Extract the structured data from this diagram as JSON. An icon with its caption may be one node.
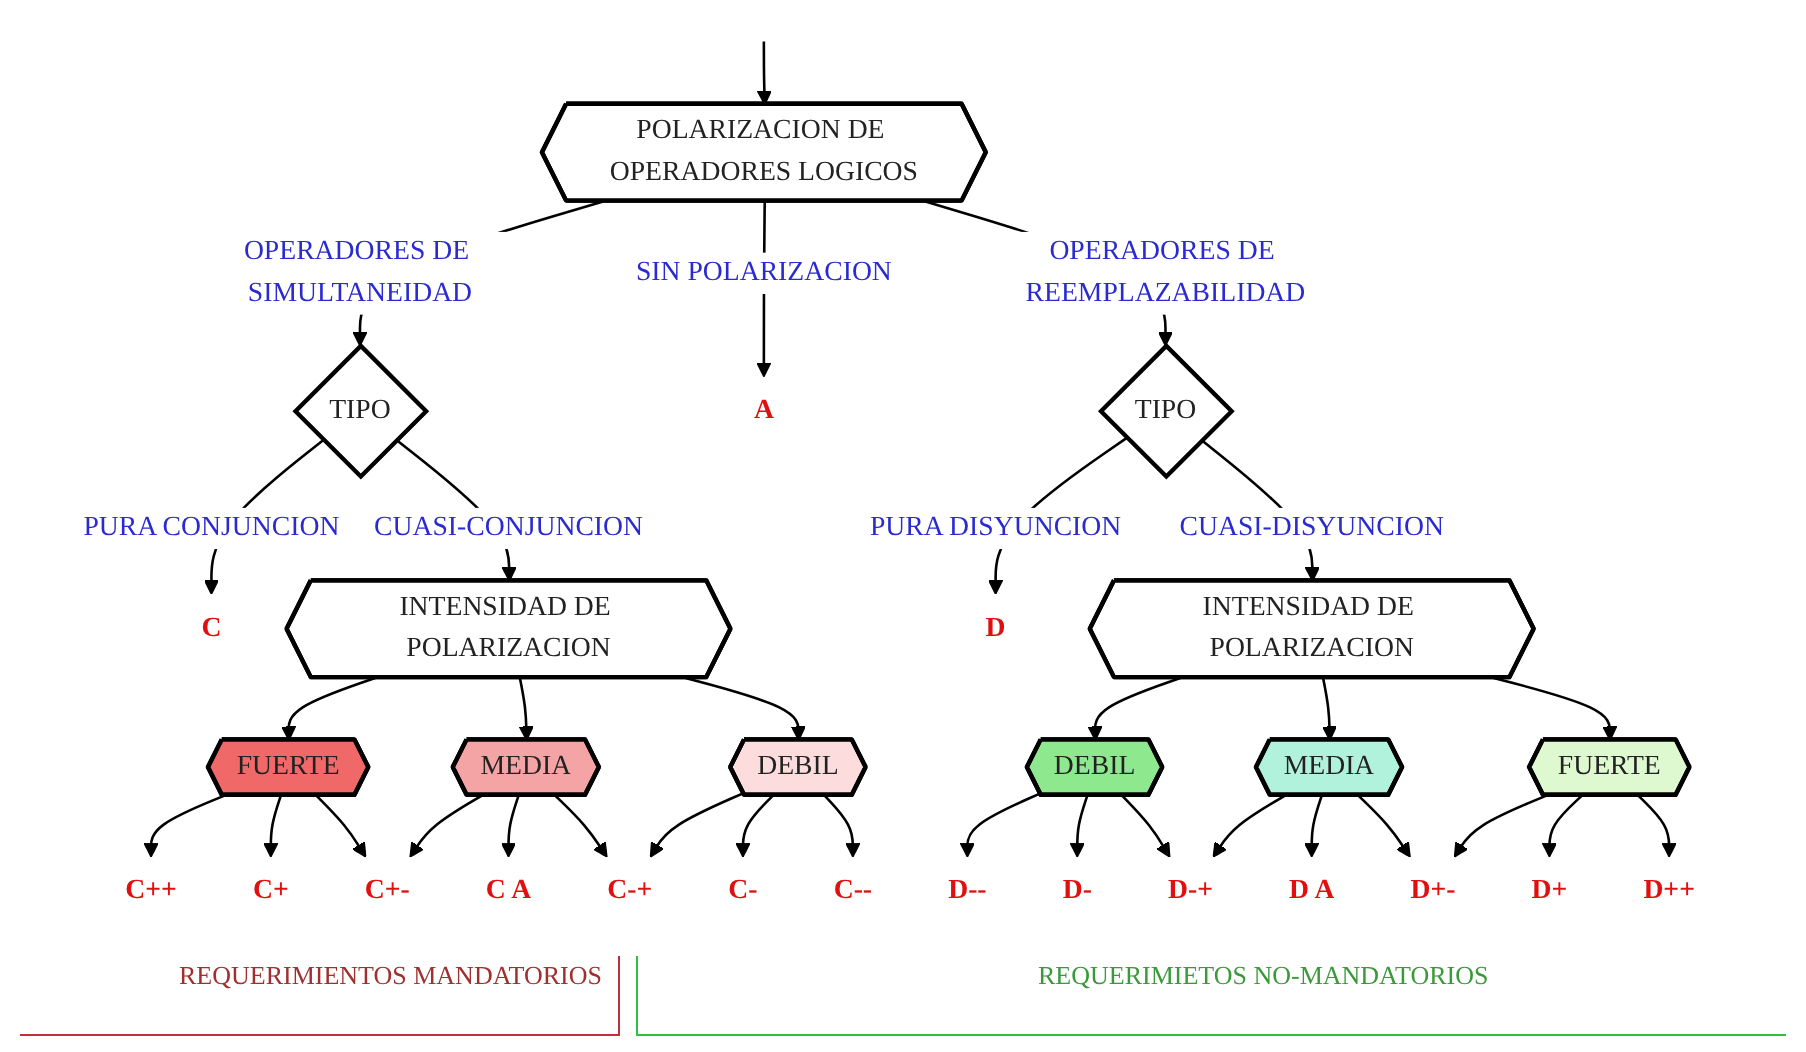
{
  "diagram": {
    "nodes": [
      {
        "text": [
          "POLARIZACION DE OPERADORES LOGICOS"
        ]
      },
      {
        "text": [
          "TIPO"
        ]
      },
      {
        "text": [
          "TIPO"
        ]
      },
      {
        "text": [
          "INTENSIDAD DE POLARIZACION"
        ]
      },
      {
        "text": [
          "INTENSIDAD DE POLARIZACION"
        ]
      },
      {
        "text": [
          "FUERTE"
        ]
      },
      {
        "text": [
          "MEDIA"
        ]
      },
      {
        "text": [
          "DEBIL"
        ]
      },
      {
        "text": [
          "DEBIL"
        ]
      },
      {
        "text": [
          "MEDIA"
        ]
      },
      {
        "text": [
          "FUERTE"
        ]
      },
      {
        "text": [
          "C"
        ]
      },
      {
        "text": [
          "C++"
        ]
      },
      {
        "text": [
          "C+"
        ]
      },
      {
        "text": [
          "C+-"
        ]
      },
      {
        "text": [
          "C A"
        ]
      },
      {
        "text": [
          "C-+"
        ]
      },
      {
        "text": [
          "C-"
        ]
      },
      {
        "text": [
          "C--"
        ]
      },
      {
        "text": [
          "A"
        ]
      },
      {
        "text": [
          "D--"
        ]
      },
      {
        "text": [
          "D-"
        ]
      },
      {
        "text": [
          "D-+"
        ]
      },
      {
        "text": [
          "D A"
        ]
      },
      {
        "text": [
          "D+-"
        ]
      },
      {
        "text": [
          "D+"
        ]
      },
      {
        "text": [
          "D++"
        ]
      },
      {
        "text": [
          "D"
        ]
      }
    ],
    "edges": [
      {
        "from": null,
        "to": 0,
        "arrow": "to"
      },
      {
        "from": 0,
        "to": 1,
        "arrow": "to",
        "label": "OPERADORES DE SIMULTANEIDAD"
      },
      {
        "from": 0,
        "to": 19,
        "arrow": "to",
        "label": "SIN POLARIZACION"
      },
      {
        "from": 0,
        "to": 2,
        "arrow": "to",
        "label": "OPERADORES DE REEMPLAZABILIDAD"
      },
      {
        "from": 1,
        "to": 11,
        "arrow": "to",
        "label": "PURA CONJUNCION"
      },
      {
        "from": 1,
        "to": 3,
        "arrow": "to",
        "label": "CUASI-CONJUNCION"
      },
      {
        "from": 2,
        "to": 27,
        "arrow": "to",
        "label": "PURA  DISYUNCION"
      },
      {
        "from": 2,
        "to": 4,
        "arrow": "to",
        "label": "CUASI-DISYUNCION"
      },
      {
        "from": 3,
        "to": 5,
        "arrow": "to"
      },
      {
        "from": 3,
        "to": 6,
        "arrow": "to"
      },
      {
        "from": 3,
        "to": 7,
        "arrow": "to"
      },
      {
        "from": 4,
        "to": 8,
        "arrow": "to"
      },
      {
        "from": 4,
        "to": 9,
        "arrow": "to"
      },
      {
        "from": 4,
        "to": 10,
        "arrow": "to"
      },
      {
        "from": 5,
        "to": 12,
        "arrow": "to"
      },
      {
        "from": 5,
        "to": 13,
        "arrow": "to"
      },
      {
        "from": 5,
        "to": 14,
        "arrow": "to"
      },
      {
        "from": 6,
        "to": 14,
        "arrow": "to"
      },
      {
        "from": 6,
        "to": 15,
        "arrow": "to"
      },
      {
        "from": 6,
        "to": 16,
        "arrow": "to"
      },
      {
        "from": 7,
        "to": 16,
        "arrow": "to"
      },
      {
        "from": 7,
        "to": 17,
        "arrow": "to"
      },
      {
        "from": 7,
        "to": 18,
        "arrow": "to"
      },
      {
        "from": 8,
        "to": 20,
        "arrow": "to"
      },
      {
        "from": 8,
        "to": 21,
        "arrow": "to"
      },
      {
        "from": 8,
        "to": 22,
        "arrow": "to"
      },
      {
        "from": 9,
        "to": 22,
        "arrow": "to"
      },
      {
        "from": 9,
        "to": 23,
        "arrow": "to"
      },
      {
        "from": 9,
        "to": 24,
        "arrow": "to"
      },
      {
        "from": 10,
        "to": 24,
        "arrow": "to"
      },
      {
        "from": 10,
        "to": 25,
        "arrow": "to"
      },
      {
        "from": 10,
        "to": 26,
        "arrow": "to"
      }
    ],
    "labels": [
      "REQUERIMIENTOS MANDATORIOS",
      "REQUERIMIETOS NO-MANDATORIOS"
    ]
  }
}
